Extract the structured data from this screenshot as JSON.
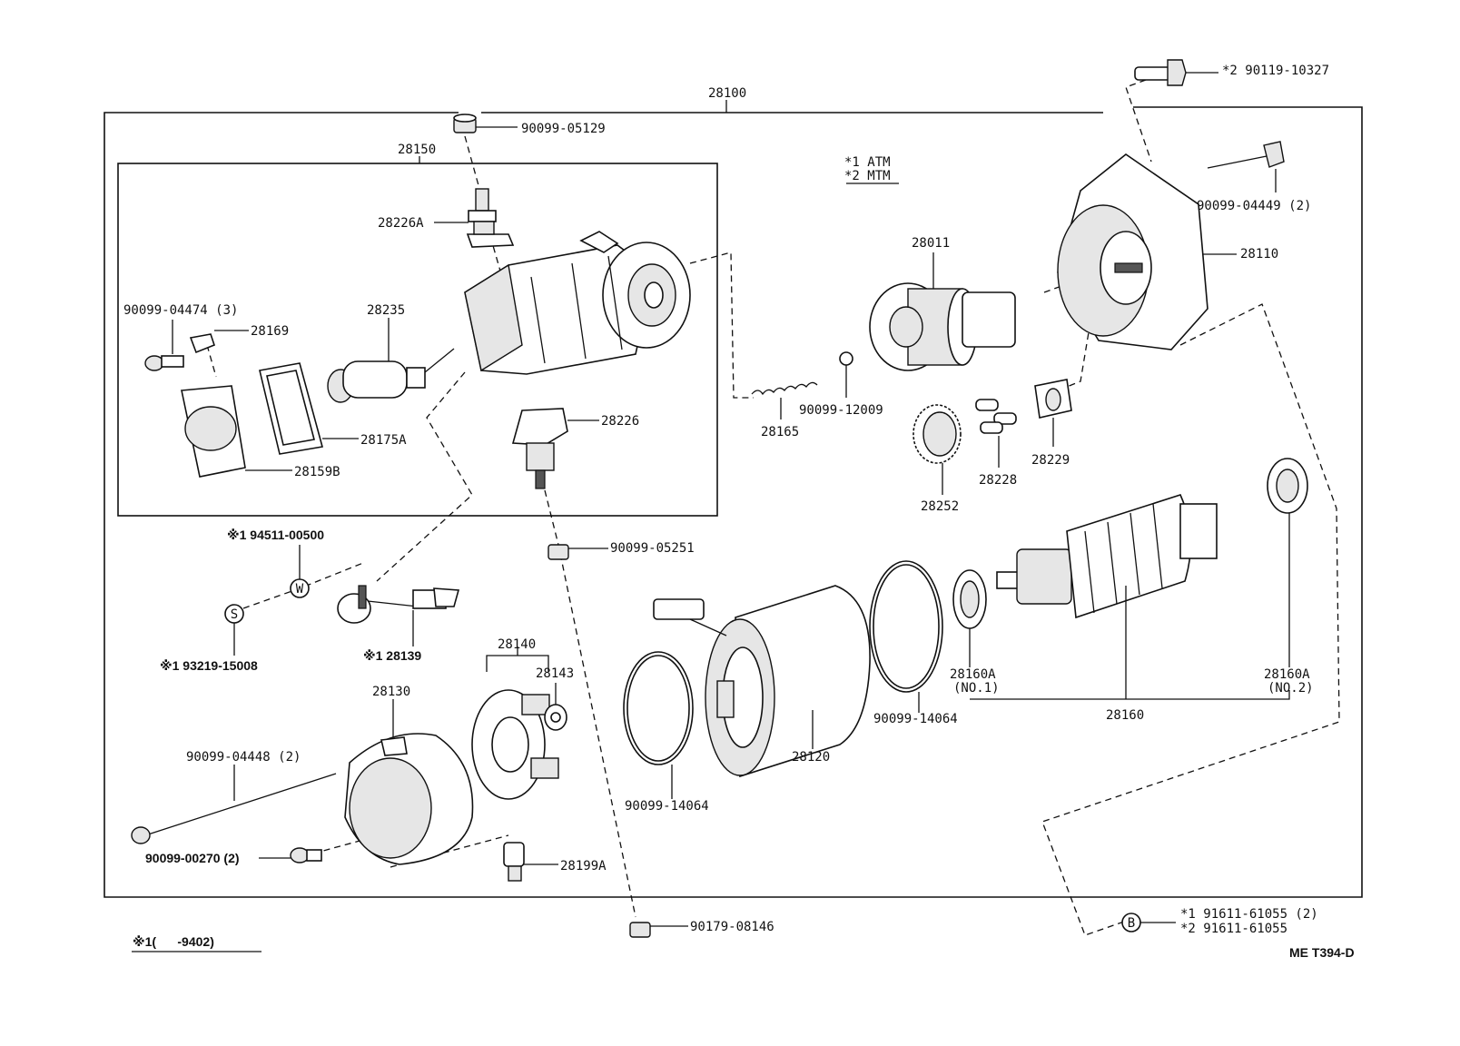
{
  "diagram_code": "ME T394-D",
  "legend": {
    "note_atm": "*1 ATM",
    "note_mtm": "*2 MTM",
    "footnote_range": "※1(      -9402)"
  },
  "labels": {
    "p28100": "28100",
    "p28150": "28150",
    "p90099_05129": "90099-05129",
    "p28226A": "28226A",
    "p90099_04474": "90099-04474 (3)",
    "p28169": "28169",
    "p28235": "28235",
    "p28175A": "28175A",
    "p28159B": "28159B",
    "p28226": "28226",
    "p94511": "※1 94511-00500",
    "p90099_05251": "90099-05251",
    "p93219": "※1 93219-15008",
    "p28139": "※1 28139",
    "p28140": "28140",
    "p28143": "28143",
    "p28130": "28130",
    "p90099_04448": "90099-04448 (2)",
    "p90099_00270": "90099-00270 (2)",
    "p28199A": "28199A",
    "p90179_08146": "90179-08146",
    "p90099_14064_a": "90099-14064",
    "p28120": "28120",
    "p90099_14064_b": "90099-14064",
    "p28160A_1": "28160A",
    "p28160A_1_no": "(NO.1)",
    "p28160": "28160",
    "p28160A_2": "28160A",
    "p28160A_2_no": "(NO.2)",
    "p28165": "28165",
    "p90099_12009": "90099-12009",
    "p28011": "28011",
    "p28252": "28252",
    "p28228": "28228",
    "p28229": "28229",
    "p90119_10327": "*2 90119-10327",
    "p90099_04449": "90099-04449 (2)",
    "p28110": "28110",
    "p91611_a": "*1 91611-61055 (2)",
    "p91611_b": "*2 91611-61055",
    "circle_w": "W",
    "circle_s": "S",
    "circle_b": "B"
  }
}
